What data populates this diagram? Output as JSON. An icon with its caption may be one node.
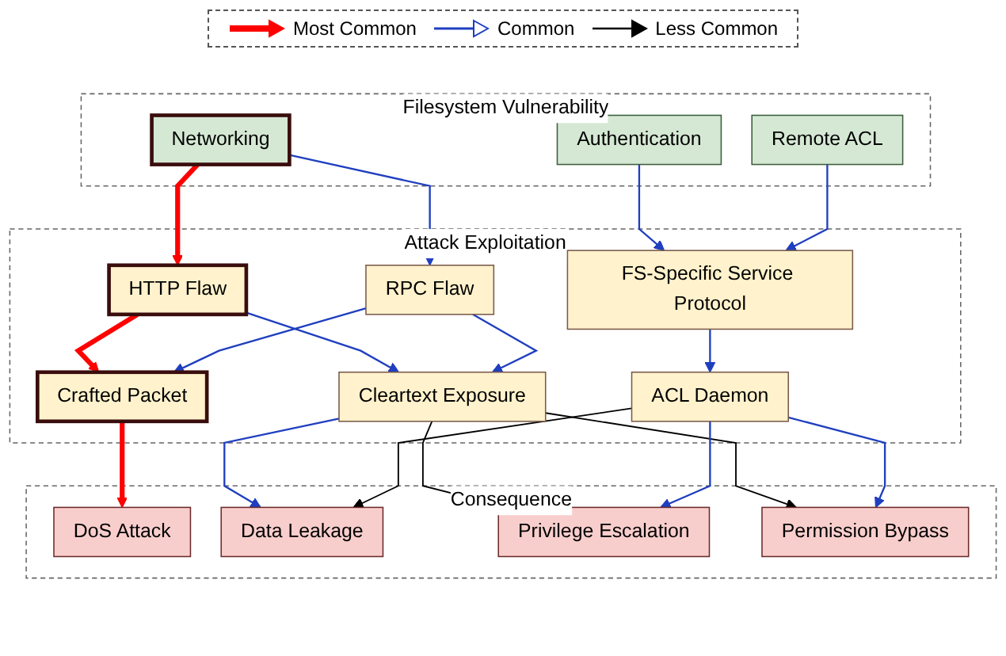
{
  "diagram": {
    "nodes": [
      {
        "text": [
          "Filesystem Vulnerability"
        ]
      },
      {
        "text": [
          "Networking"
        ],
        "in": 0
      },
      {
        "text": [
          "Authentication"
        ],
        "in": 0
      },
      {
        "text": [
          "Remote ACL"
        ],
        "in": 0
      },
      {
        "text": [
          "Attack Exploitation"
        ]
      },
      {
        "text": [
          "HTTP Flaw"
        ],
        "in": 4
      },
      {
        "text": [
          "RPC Flaw"
        ],
        "in": 4
      },
      {
        "text": [
          "FS-Specific Service Protocol"
        ],
        "in": 4
      },
      {
        "text": [
          "Crafted Packet"
        ],
        "in": 4
      },
      {
        "text": [
          "Cleartext Exposure"
        ],
        "in": 4
      },
      {
        "text": [
          "ACL Daemon"
        ],
        "in": 4
      },
      {
        "text": [
          "Consequence"
        ]
      },
      {
        "text": [
          "DoS Attack"
        ],
        "in": 11
      },
      {
        "text": [
          "Data Leakage"
        ],
        "in": 11
      },
      {
        "text": [
          "Privilege Escalation"
        ],
        "in": 11
      },
      {
        "text": [
          "Permission Bypass"
        ],
        "in": 11
      }
    ],
    "edges": [
      {
        "from": 1,
        "to": 5,
        "arrow": "to",
        "style": "thick",
        "color": "#ff0000"
      },
      {
        "from": 1,
        "to": 6,
        "arrow": "to"
      },
      {
        "from": 2,
        "to": 7,
        "arrow": "to"
      },
      {
        "from": 3,
        "to": 7,
        "arrow": "to"
      },
      {
        "from": 5,
        "to": 8,
        "arrow": "to",
        "style": "thick",
        "color": "#ff0000"
      },
      {
        "from": 5,
        "to": 9,
        "arrow": "to"
      },
      {
        "from": 6,
        "to": 8,
        "arrow": "to"
      },
      {
        "from": 6,
        "to": 9,
        "arrow": "to"
      },
      {
        "from": 7,
        "to": 10,
        "arrow": "to"
      },
      {
        "from": 8,
        "to": 12,
        "arrow": "to",
        "style": "thick",
        "color": "#ff0000"
      },
      {
        "from": 9,
        "to": 13,
        "arrow": "to"
      },
      {
        "from": 9,
        "to": 14,
        "arrow": "to",
        "color": "#000000"
      },
      {
        "from": 9,
        "to": 15,
        "arrow": "to",
        "color": "#000000"
      },
      {
        "from": 10,
        "to": 13,
        "arrow": "to",
        "color": "#000000"
      },
      {
        "from": 10,
        "to": 14,
        "arrow": "to"
      },
      {
        "from": 10,
        "to": 15,
        "arrow": "to"
      }
    ],
    "legend": [
      {
        "text": "Most Common"
      },
      {
        "text": "Common"
      },
      {
        "text": "Less Common"
      }
    ]
  }
}
